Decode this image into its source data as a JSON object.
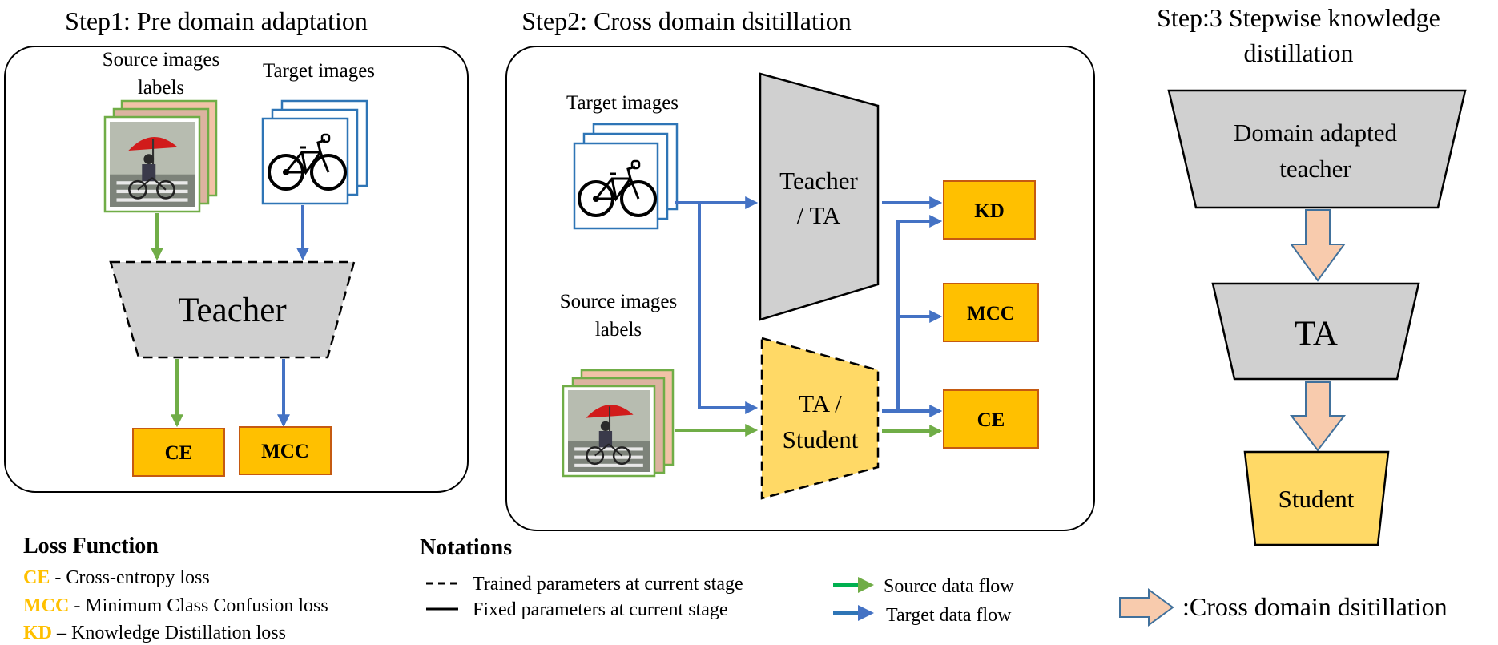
{
  "steps": {
    "step1": {
      "title": "Step1: Pre domain adaptation",
      "source_label_1": "Source images",
      "source_label_2": "labels",
      "target_label": "Target images",
      "teacher": "Teacher",
      "loss_ce": "CE",
      "loss_mcc": "MCC"
    },
    "step2": {
      "title": "Step2: Cross domain dsitillation",
      "target_label": "Target images",
      "source_label_1": "Source images",
      "source_label_2": "labels",
      "teacher_1": "Teacher",
      "teacher_2": "/ TA",
      "student_1": "TA /",
      "student_2": "Student",
      "loss_kd": "KD",
      "loss_mcc": "MCC",
      "loss_ce": "CE"
    },
    "step3": {
      "title_1": "Step:3 Stepwise knowledge",
      "title_2": "distillation",
      "teacher_1": "Domain adapted",
      "teacher_2": "teacher",
      "ta": "TA",
      "student": "Student"
    }
  },
  "legend": {
    "loss_heading": "Loss Function",
    "losses": [
      {
        "acronym": "CE",
        "text": " - Cross-entropy loss"
      },
      {
        "acronym": "MCC",
        "text": " - Minimum Class Confusion loss"
      },
      {
        "acronym": "KD",
        "text": " – Knowledge Distillation loss"
      }
    ],
    "notation_heading": "Notations",
    "dashed": "Trained parameters at current stage",
    "solid": "Fixed parameters at current stage",
    "source_flow": "Source data flow",
    "target_flow": "Target data flow",
    "cross_arrow": ":Cross domain dsitillation"
  },
  "colors": {
    "source_green": "#70ad47",
    "target_blue": "#4472c4",
    "loss_orange": "#ffc000",
    "student_yellow": "#ffd966",
    "teacher_gray": "#d0d0d0",
    "cross_arrow_fill": "#f8cbad"
  },
  "icons": {
    "source_image": "photo-umbrella-icon",
    "target_image": "bicycle-sketch-icon"
  }
}
